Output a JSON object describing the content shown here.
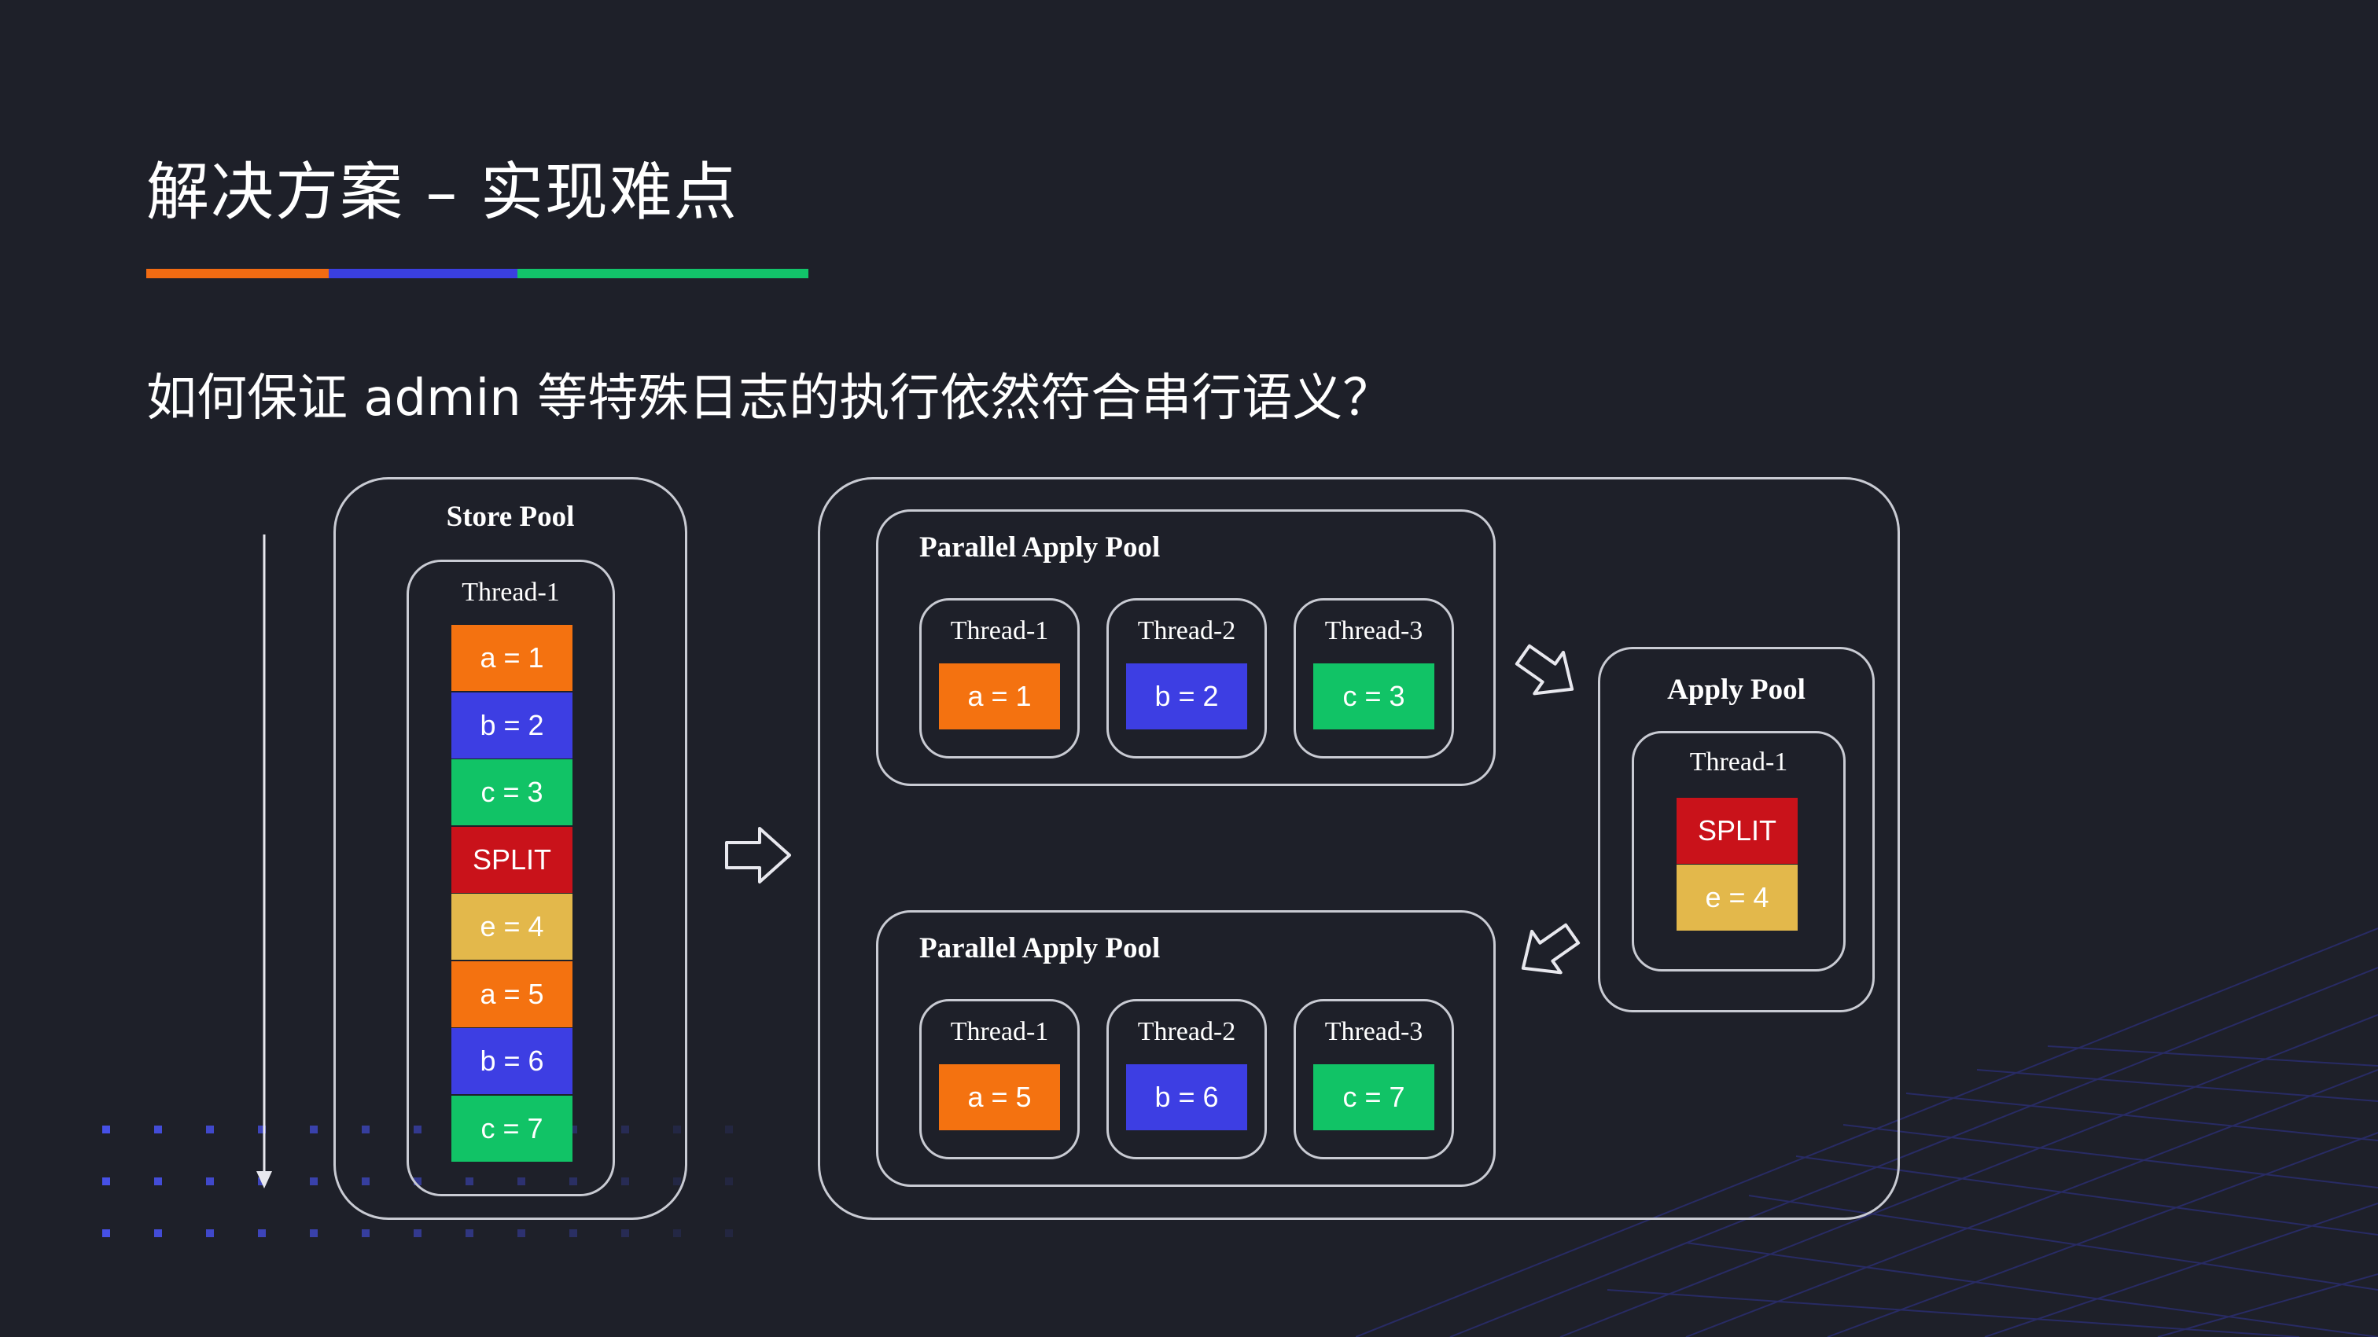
{
  "slide": {
    "title": "解决方案 – 实现难点",
    "question": "如何保证 admin 等特殊日志的执行依然符合串行语义？",
    "accent_colors": [
      "#f26b12",
      "#3a3fe0",
      "#12c46a"
    ]
  },
  "colors": {
    "orange": "#f47210",
    "blue": "#3d3ee3",
    "green": "#11c366",
    "red": "#c9121a",
    "yellow": "#e3b84b"
  },
  "store_pool": {
    "title": "Store Pool",
    "thread": "Thread-1",
    "blocks": [
      {
        "text": "a = 1",
        "color": "orange"
      },
      {
        "text": "b = 2",
        "color": "blue"
      },
      {
        "text": "c = 3",
        "color": "green"
      },
      {
        "text": "SPLIT",
        "color": "red"
      },
      {
        "text": "e = 4",
        "color": "yellow"
      },
      {
        "text": "a = 5",
        "color": "orange"
      },
      {
        "text": "b = 6",
        "color": "blue"
      },
      {
        "text": "c = 7",
        "color": "green"
      }
    ]
  },
  "parallel_pool_1": {
    "title": "Parallel Apply Pool",
    "threads": [
      {
        "name": "Thread-1",
        "block": "a = 1",
        "color": "orange"
      },
      {
        "name": "Thread-2",
        "block": "b = 2",
        "color": "blue"
      },
      {
        "name": "Thread-3",
        "block": "c = 3",
        "color": "green"
      }
    ]
  },
  "parallel_pool_2": {
    "title": "Parallel Apply Pool",
    "threads": [
      {
        "name": "Thread-1",
        "block": "a = 5",
        "color": "orange"
      },
      {
        "name": "Thread-2",
        "block": "b = 6",
        "color": "blue"
      },
      {
        "name": "Thread-3",
        "block": "c = 7",
        "color": "green"
      }
    ]
  },
  "apply_pool": {
    "title": "Apply Pool",
    "thread": "Thread-1",
    "blocks": [
      {
        "text": "SPLIT",
        "color": "red"
      },
      {
        "text": "e = 4",
        "color": "yellow"
      }
    ]
  }
}
